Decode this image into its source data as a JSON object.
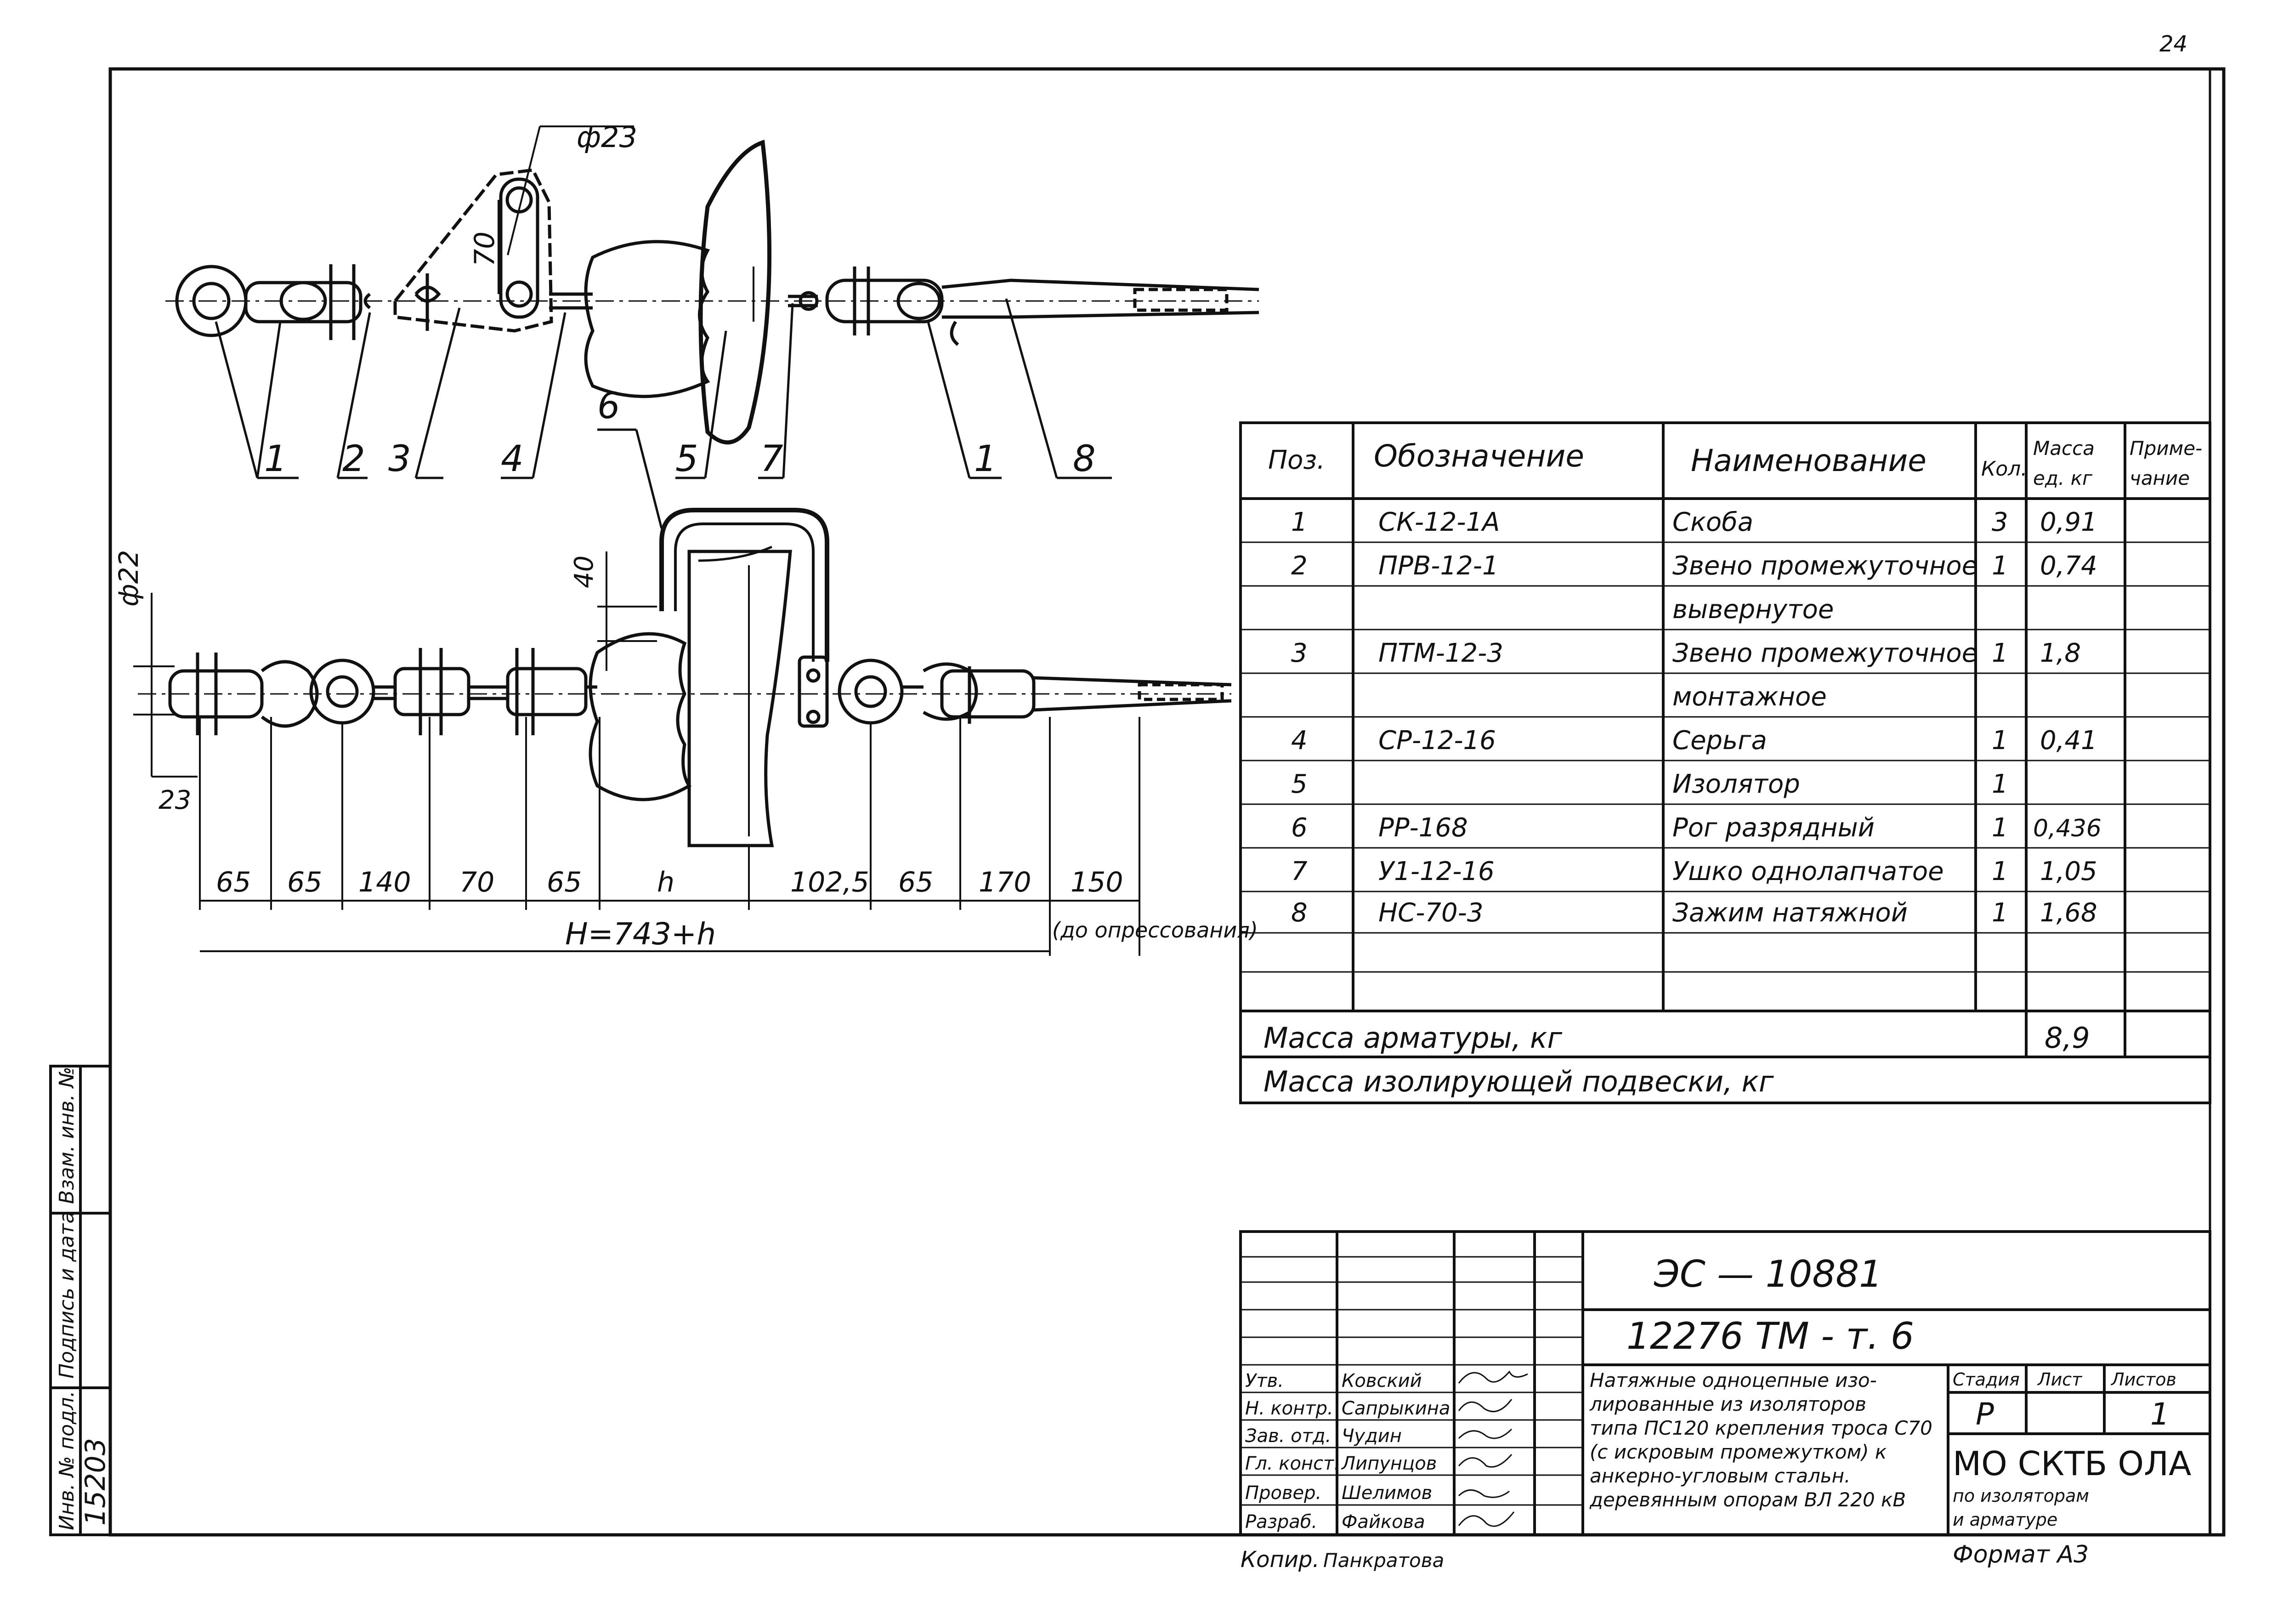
{
  "corner_mark": "24",
  "drawing": {
    "dims_top": {
      "phi23": "ф23",
      "d70": "70"
    },
    "callouts_top": [
      "1",
      "2",
      "3",
      "4",
      "5",
      "7",
      "1",
      "8"
    ],
    "callout_6": "6",
    "dims_bottom": {
      "phi22": "ф22",
      "d23": "23",
      "d40": "40",
      "chain": [
        "65",
        "65",
        "140",
        "70",
        "65",
        "h",
        "102,5",
        "65",
        "170",
        "150"
      ],
      "total": "H=743+h",
      "note": "(до опрессования)"
    }
  },
  "spec_table": {
    "headers": {
      "pos": "Поз.",
      "designation": "Обозначение",
      "name": "Наименование",
      "qty": "Кол.",
      "mass": "Масса ед. кг",
      "note": "Приме- чание"
    },
    "rows": [
      {
        "pos": "1",
        "designation": "СК-12-1А",
        "name": "Скоба",
        "qty": "3",
        "mass": "0,91"
      },
      {
        "pos": "2",
        "designation": "ПРВ-12-1",
        "name": "Звено промежуточное",
        "qty": "1",
        "mass": "0,74"
      },
      {
        "pos": "",
        "designation": "",
        "name": "вывернутое",
        "qty": "",
        "mass": ""
      },
      {
        "pos": "3",
        "designation": "ПТМ-12-3",
        "name": "Звено промежуточное",
        "qty": "1",
        "mass": "1,8"
      },
      {
        "pos": "",
        "designation": "",
        "name": "монтажное",
        "qty": "",
        "mass": ""
      },
      {
        "pos": "4",
        "designation": "СР-12-16",
        "name": "Серьга",
        "qty": "1",
        "mass": "0,41"
      },
      {
        "pos": "5",
        "designation": "",
        "name": "Изолятор",
        "qty": "1",
        "mass": ""
      },
      {
        "pos": "6",
        "designation": "РР-168",
        "name": "Рог разрядный",
        "qty": "1",
        "mass": "0,436"
      },
      {
        "pos": "7",
        "designation": "У1-12-16",
        "name": "Ушко однолапчатое",
        "qty": "1",
        "mass": "1,05"
      },
      {
        "pos": "8",
        "designation": "НС-70-3",
        "name": "Зажим натяжной",
        "qty": "1",
        "mass": "1,68"
      }
    ],
    "mass_fittings_label": "Масса арматуры, кг",
    "mass_fittings_value": "8,9",
    "mass_suspension_label": "Масса изолирующей подвески, кг"
  },
  "side_stamp": {
    "inv_vzam": "Взам. инв. №",
    "sign_date": "Подпись и дата",
    "inv_podl": "Инв. № подл.",
    "inv_number": "15203"
  },
  "title_block": {
    "doc_code": "ЭС — 10881",
    "drawing_no": "12276 ТМ - т. 6",
    "roles": [
      {
        "role": "Утв.",
        "name": "Ковский"
      },
      {
        "role": "Н. контр.",
        "name": "Сапрыкина"
      },
      {
        "role": "Зав. отд.",
        "name": "Чудин"
      },
      {
        "role": "Гл. конст.",
        "name": "Липунцов"
      },
      {
        "role": "Провер.",
        "name": "Шелимов"
      },
      {
        "role": "Разраб.",
        "name": "Файкова"
      }
    ],
    "description_lines": [
      "Натяжные одноцепные изо-",
      "лированные из изоляторов",
      "типа ПС120 крепления троса С70",
      "(с искровым промежутком) к",
      "анкерно-угловым стальн.",
      "деревянным опорам ВЛ 220 кВ"
    ],
    "stage_label": "Стадия",
    "sheet_label": "Лист",
    "sheets_label": "Листов",
    "stage": "Р",
    "sheet": "",
    "sheets": "1",
    "org_main": "МО СКТБ ОЛА",
    "org_sub1": "по изоляторам",
    "org_sub2": "и арматуре"
  },
  "bottom": {
    "copied_label": "Копир.",
    "copied_name": "Панкратова",
    "format": "Формат А3"
  }
}
